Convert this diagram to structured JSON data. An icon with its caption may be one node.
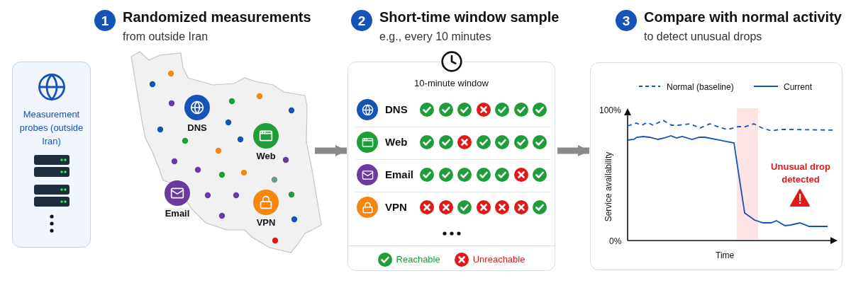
{
  "diagram": {
    "nodes": [
      {
        "text": [
          "Measurement probes (outside Iran)"
        ]
      },
      {
        "text": [
          "1"
        ],
        "beside": [
          "Randomized measurements",
          "from outside Iran"
        ]
      },
      {
        "text": [],
        "shape": "picture"
      },
      {
        "text": [
          "DNS"
        ],
        "in": 2
      },
      {
        "text": [
          "Web"
        ],
        "in": 2
      },
      {
        "text": [
          "Email"
        ],
        "in": 2
      },
      {
        "text": [
          "VPN"
        ],
        "in": 2
      },
      {
        "text": [
          "2"
        ],
        "beside": [
          "Short-time window sample",
          "e.g., every 10 minutes"
        ]
      },
      {
        "text": [
          "10-minute window"
        ]
      },
      {
        "text": [
          "DNS"
        ],
        "in": 8
      },
      {
        "text": [
          "Web"
        ],
        "in": 8
      },
      {
        "text": [
          "Email"
        ],
        "in": 8
      },
      {
        "text": [
          "VPN"
        ],
        "in": 8
      },
      {
        "text": [
          "3"
        ],
        "beside": [
          "Compare with normal activity",
          "to detect unusual drops"
        ]
      },
      {
        "text": [],
        "shape": "box"
      }
    ],
    "edges": [
      {
        "from": 2,
        "to": 8,
        "arrow": "to"
      },
      {
        "from": 8,
        "to": 14,
        "arrow": "to"
      }
    ],
    "labels": [
      "100%",
      "0%",
      "Service availability",
      "Time",
      "Unusual drop detected"
    ],
    "legend": [
      {
        "text": "Normal (baseline)"
      },
      {
        "text": "Current"
      },
      {
        "text": "Reachable"
      },
      {
        "text": "Unreachable"
      }
    ]
  }
}
